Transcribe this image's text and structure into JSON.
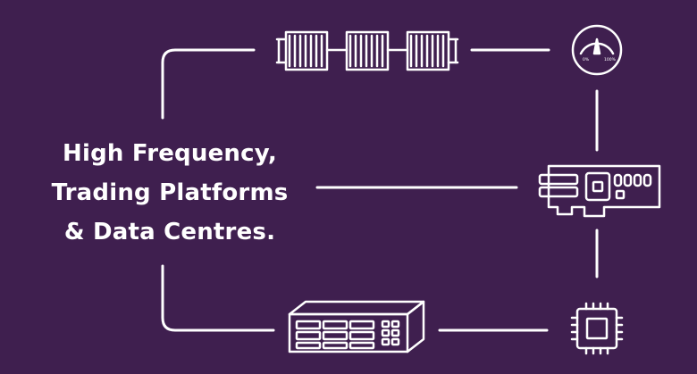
{
  "headline": {
    "line1": "High Frequency,",
    "line2": "Trading Platforms",
    "line3": "& Data Centres."
  },
  "gauge": {
    "min_label": "0%",
    "max_label": "100%"
  },
  "colors": {
    "background": "#3f1f4f",
    "stroke": "#ffffff"
  },
  "icons": [
    "memory-modules-icon",
    "gauge-icon",
    "network-card-icon",
    "cpu-chip-icon",
    "server-switch-icon"
  ]
}
